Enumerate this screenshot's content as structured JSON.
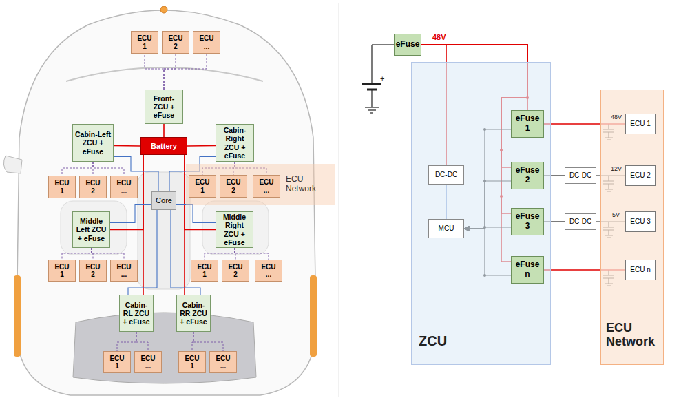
{
  "diagram": {
    "nodes": [
      {
        "text": [
          "ECU 1"
        ]
      },
      {
        "text": [
          "ECU 2"
        ]
      },
      {
        "text": [
          "ECU ..."
        ]
      },
      {
        "text": [
          "Front-ZCU + eFuse"
        ]
      },
      {
        "text": [
          "Cabin-Left ZCU + eFuse"
        ]
      },
      {
        "text": [
          "Battery"
        ]
      },
      {
        "text": [
          "Cabin-Right ZCU + eFuse"
        ]
      },
      {
        "text": [
          "ECU 1"
        ]
      },
      {
        "text": [
          "ECU 2"
        ]
      },
      {
        "text": [
          "ECU ..."
        ]
      },
      {
        "text": [
          "ECU Network"
        ]
      },
      {
        "text": [
          "ECU 1"
        ],
        "in": 10
      },
      {
        "text": [
          "ECU 2"
        ],
        "in": 10
      },
      {
        "text": [
          "ECU ..."
        ],
        "in": 10
      },
      {
        "text": [
          "Core"
        ]
      },
      {
        "text": [
          "Middle Left ZCU + eFuse"
        ]
      },
      {
        "text": [
          "Middle Right ZCU + eFuse"
        ]
      },
      {
        "text": [
          "ECU 1"
        ]
      },
      {
        "text": [
          "ECU 2"
        ]
      },
      {
        "text": [
          "ECU ..."
        ]
      },
      {
        "text": [
          "ECU 1"
        ]
      },
      {
        "text": [
          "ECU 2"
        ]
      },
      {
        "text": [
          "ECU ..."
        ]
      },
      {
        "text": [
          "Cabin-RL ZCU + eFuse"
        ]
      },
      {
        "text": [
          "Cabin-RR ZCU + eFuse"
        ]
      },
      {
        "text": [
          "ECU 1"
        ]
      },
      {
        "text": [
          "ECU ..."
        ]
      },
      {
        "text": [
          "ECU 1"
        ]
      },
      {
        "text": [
          "ECU ..."
        ]
      },
      {
        "text": [
          "eFuse"
        ]
      },
      {
        "text": [
          "ZCU"
        ]
      },
      {
        "text": [
          "DC-DC"
        ],
        "in": 30
      },
      {
        "text": [
          "MCU"
        ],
        "in": 30
      },
      {
        "text": [
          "eFuse 1"
        ],
        "in": 30
      },
      {
        "text": [
          "eFuse 2"
        ],
        "in": 30
      },
      {
        "text": [
          "eFuse 3"
        ],
        "in": 30
      },
      {
        "text": [
          "eFuse n"
        ],
        "in": 30
      },
      {
        "text": [
          "DC-DC"
        ]
      },
      {
        "text": [
          "DC-DC"
        ]
      },
      {
        "text": [
          "ECU Network"
        ]
      },
      {
        "text": [
          "ECU 1"
        ],
        "in": 39
      },
      {
        "text": [
          "ECU 2"
        ],
        "in": 39
      },
      {
        "text": [
          "ECU 3"
        ],
        "in": 39
      },
      {
        "text": [
          "ECU n"
        ],
        "in": 39
      }
    ],
    "edges": [
      {
        "from": 5,
        "to": 3,
        "arrow": "none"
      },
      {
        "from": 5,
        "to": 4,
        "arrow": "none"
      },
      {
        "from": 5,
        "to": 6,
        "arrow": "none"
      },
      {
        "from": 5,
        "to": 15,
        "arrow": "none"
      },
      {
        "from": 5,
        "to": 16,
        "arrow": "none"
      },
      {
        "from": 5,
        "to": 23,
        "arrow": "none"
      },
      {
        "from": 5,
        "to": 24,
        "arrow": "none"
      },
      {
        "from": 14,
        "to": 4,
        "arrow": "none"
      },
      {
        "from": 14,
        "to": 6,
        "arrow": "none"
      },
      {
        "from": 14,
        "to": 15,
        "arrow": "none"
      },
      {
        "from": 14,
        "to": 16,
        "arrow": "none"
      },
      {
        "from": 14,
        "to": 23,
        "arrow": "none"
      },
      {
        "from": 14,
        "to": 24,
        "arrow": "none"
      },
      {
        "from": 3,
        "to": 0,
        "arrow": "none"
      },
      {
        "from": 3,
        "to": 1,
        "arrow": "none"
      },
      {
        "from": 3,
        "to": 2,
        "arrow": "none"
      },
      {
        "from": 4,
        "to": 7,
        "arrow": "none"
      },
      {
        "from": 4,
        "to": 8,
        "arrow": "none"
      },
      {
        "from": 4,
        "to": 9,
        "arrow": "none"
      },
      {
        "from": 6,
        "to": 11,
        "arrow": "none"
      },
      {
        "from": 6,
        "to": 12,
        "arrow": "none"
      },
      {
        "from": 6,
        "to": 13,
        "arrow": "none"
      },
      {
        "from": 15,
        "to": 17,
        "arrow": "none"
      },
      {
        "from": 15,
        "to": 18,
        "arrow": "none"
      },
      {
        "from": 15,
        "to": 19,
        "arrow": "none"
      },
      {
        "from": 16,
        "to": 20,
        "arrow": "none"
      },
      {
        "from": 16,
        "to": 21,
        "arrow": "none"
      },
      {
        "from": 16,
        "to": 22,
        "arrow": "none"
      },
      {
        "from": 23,
        "to": 25,
        "arrow": "none"
      },
      {
        "from": 23,
        "to": 26,
        "arrow": "none"
      },
      {
        "from": 24,
        "to": 27,
        "arrow": "none"
      },
      {
        "from": 24,
        "to": 28,
        "arrow": "none"
      },
      {
        "from": 29,
        "to": 31,
        "arrow": "none"
      },
      {
        "from": 29,
        "to": 33,
        "arrow": "none"
      },
      {
        "from": 29,
        "to": 34,
        "arrow": "none"
      },
      {
        "from": 29,
        "to": 35,
        "arrow": "none"
      },
      {
        "from": 29,
        "to": 36,
        "arrow": "none"
      },
      {
        "from": 31,
        "to": 32,
        "arrow": "none"
      },
      {
        "from": 33,
        "to": 32,
        "arrow": "to"
      },
      {
        "from": 34,
        "to": 32,
        "arrow": "to"
      },
      {
        "from": 35,
        "to": 32,
        "arrow": "to"
      },
      {
        "from": 36,
        "to": 32,
        "arrow": "to"
      },
      {
        "from": 33,
        "to": 40,
        "arrow": "none"
      },
      {
        "from": 34,
        "to": 37,
        "arrow": "none"
      },
      {
        "from": 37,
        "to": 41,
        "arrow": "none"
      },
      {
        "from": 35,
        "to": 38,
        "arrow": "none"
      },
      {
        "from": 38,
        "to": 42,
        "arrow": "none"
      },
      {
        "from": 36,
        "to": 43,
        "arrow": "none"
      }
    ],
    "labels": [
      "48V",
      "+",
      "48V",
      "12V",
      "5V"
    ]
  }
}
